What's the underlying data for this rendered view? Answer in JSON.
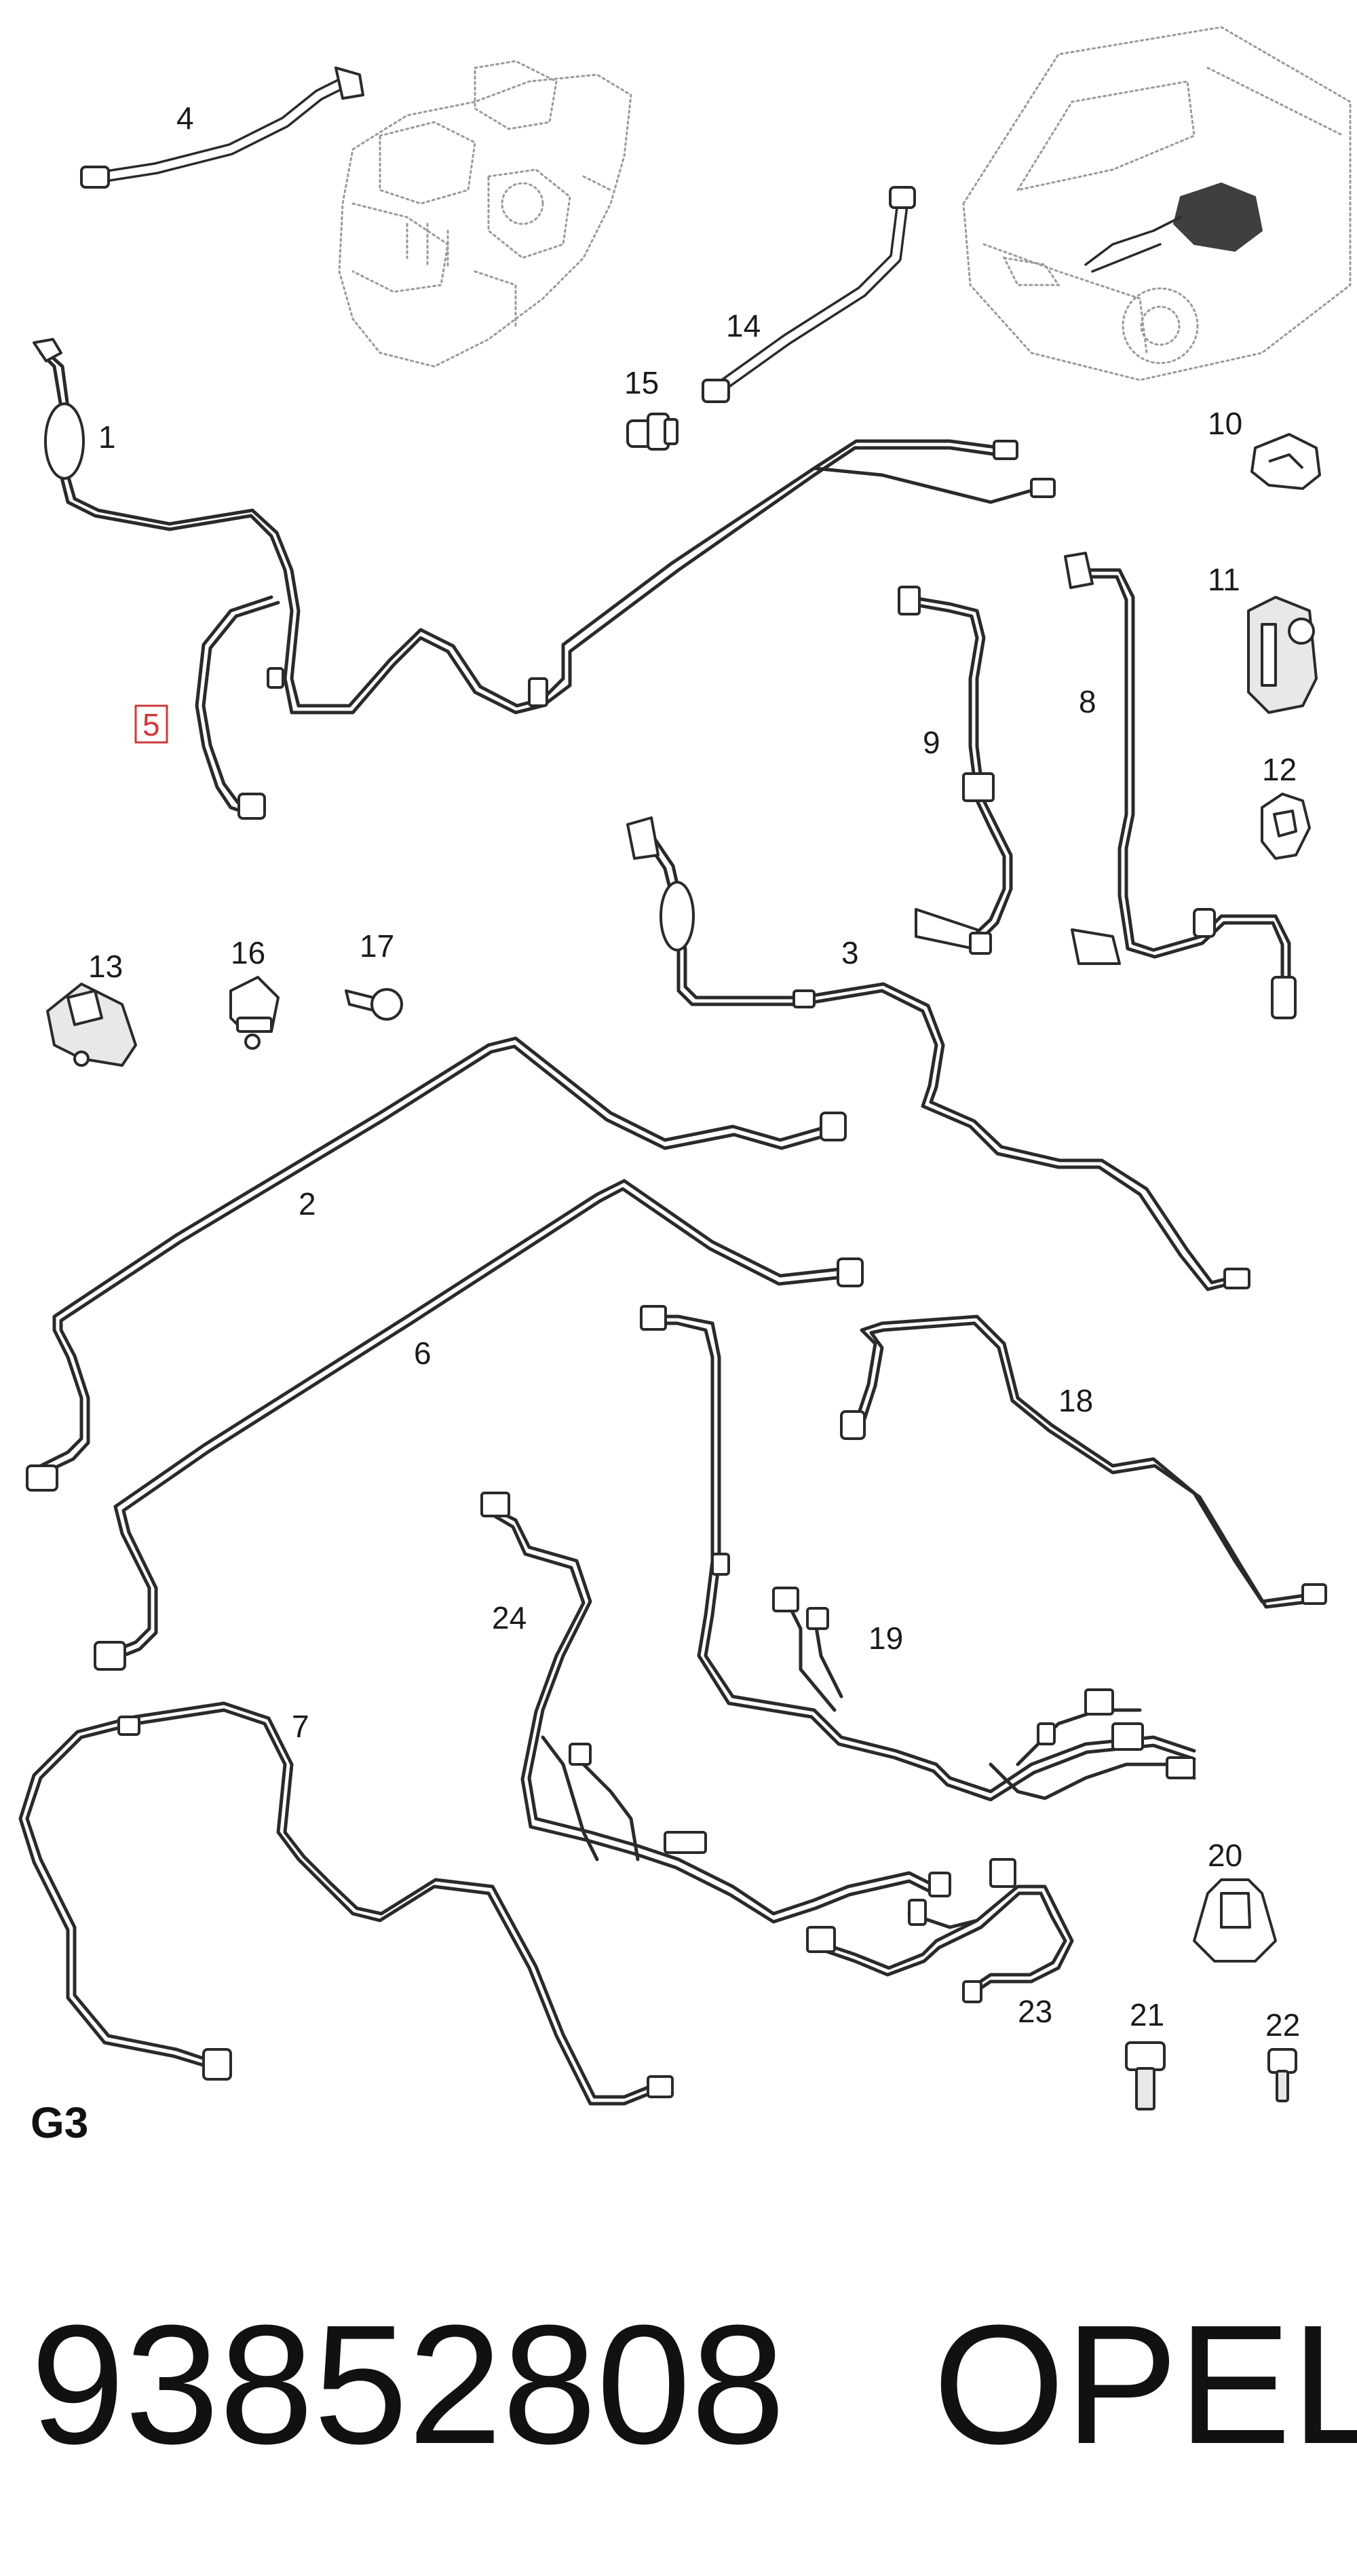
{
  "diagram": {
    "callouts": [
      {
        "id": "1",
        "label": "1"
      },
      {
        "id": "2",
        "label": "2"
      },
      {
        "id": "3",
        "label": "3"
      },
      {
        "id": "4",
        "label": "4"
      },
      {
        "id": "5",
        "label": "5",
        "highlighted": true,
        "highlight_color": "#d03838"
      },
      {
        "id": "6",
        "label": "6"
      },
      {
        "id": "7",
        "label": "7"
      },
      {
        "id": "8",
        "label": "8"
      },
      {
        "id": "9",
        "label": "9"
      },
      {
        "id": "10",
        "label": "10"
      },
      {
        "id": "11",
        "label": "11"
      },
      {
        "id": "12",
        "label": "12"
      },
      {
        "id": "13",
        "label": "13"
      },
      {
        "id": "14",
        "label": "14"
      },
      {
        "id": "15",
        "label": "15"
      },
      {
        "id": "16",
        "label": "16"
      },
      {
        "id": "17",
        "label": "17"
      },
      {
        "id": "18",
        "label": "18"
      },
      {
        "id": "19",
        "label": "19"
      },
      {
        "id": "20",
        "label": "20"
      },
      {
        "id": "21",
        "label": "21"
      },
      {
        "id": "22",
        "label": "22"
      },
      {
        "id": "23",
        "label": "23"
      },
      {
        "id": "24",
        "label": "24"
      }
    ],
    "group_label": "G3"
  },
  "footer": {
    "part_number": "93852808",
    "brand": "OPEL"
  },
  "colors": {
    "line": "#2a2a2a",
    "highlight": "#d03838",
    "background": "#ffffff"
  }
}
